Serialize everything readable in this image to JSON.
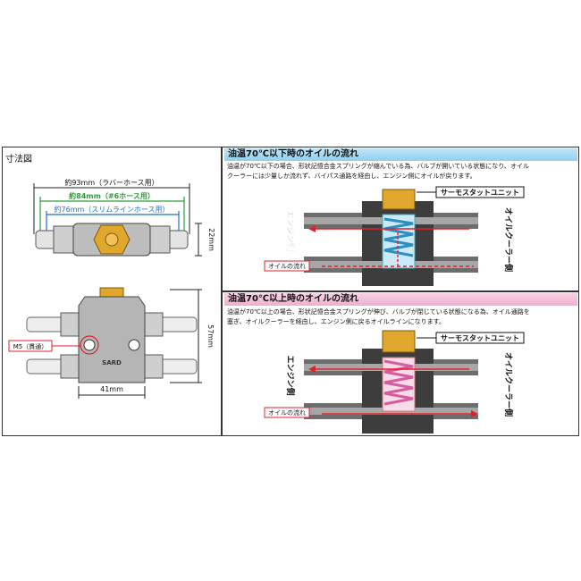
{
  "left_panel": {
    "title": "寸法図",
    "dims": {
      "d93": "約93mm（ラバーホース用）",
      "d84": "約84mm（#6ホース用）",
      "d76": "約76mm（スリムラインホース用）",
      "h22": "22mm",
      "h57": "57mm",
      "w41": "41mm",
      "m5": "M5（貫通）"
    },
    "brand": "SARD"
  },
  "top_section": {
    "title": "油温70℃以下時のオイルの流れ",
    "desc_line1": "油温が70℃以下の場合、形状記憶合金スプリングが縮んでいる為、バルブが開いている状態になり、オイル",
    "desc_line2": "クーラーには少量しか流れず、バイパス通路を経由し、エンジン側にオイルが戻ります。",
    "label_thermo": "サーモスタットユニット",
    "label_engine": "エンジン側",
    "label_cooler": "オイルクーラー側",
    "label_flow": "オイルの流れ"
  },
  "bottom_section": {
    "title": "油温70℃以上時のオイルの流れ",
    "desc_line1": "油温が70℃以上の場合、形状記憶合金スプリングが伸び、バルブが閉じている状態になる為、オイル通路を",
    "desc_line2": "塞ぎ、オイルクーラーを経由し、エンジン側に戻るオイルラインになります。",
    "label_thermo": "サーモスタットユニット",
    "label_engine": "エンジン側",
    "label_cooler": "オイルクーラー側",
    "label_flow": "オイルの流れ"
  },
  "colors": {
    "flow_red": "#e0202a",
    "dim_green": "#2e9a3c",
    "dim_blue": "#1a6fd0",
    "brass": "#e0a72c",
    "spring_blue": "#6fc6e8",
    "spring_pink": "#e98fbf"
  }
}
